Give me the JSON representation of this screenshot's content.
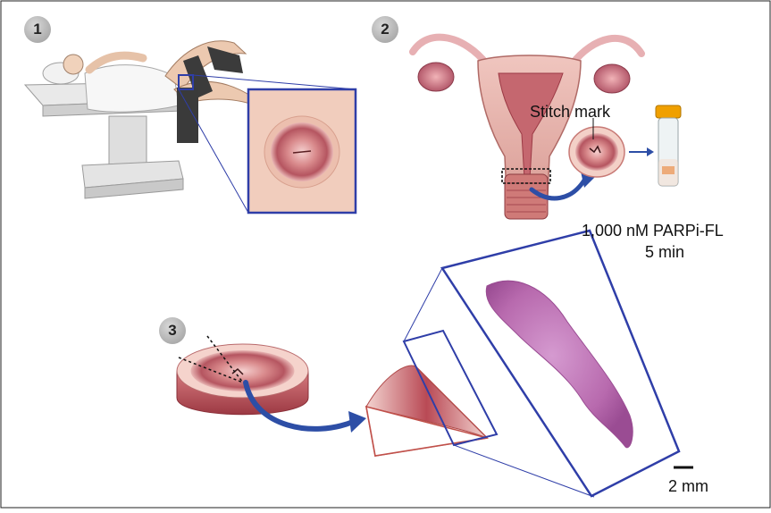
{
  "steps": {
    "step1": "1",
    "step2": "2",
    "step3": "3"
  },
  "labels": {
    "stitch_mark": "Stitch mark",
    "incubation_line1": "1,000 nM PARPi-FL",
    "incubation_line2": "5 min",
    "scale_bar": "2 mm"
  },
  "colors": {
    "frame_blue": "#2f3ea8",
    "arrow_blue": "#2d4ea6",
    "tissue_pink": "#d98a8c",
    "tissue_dark": "#8e2f3a",
    "he_stain": "#c475b8",
    "vial_cap": "#f0a000",
    "tissue_orange": "#e7853a"
  }
}
